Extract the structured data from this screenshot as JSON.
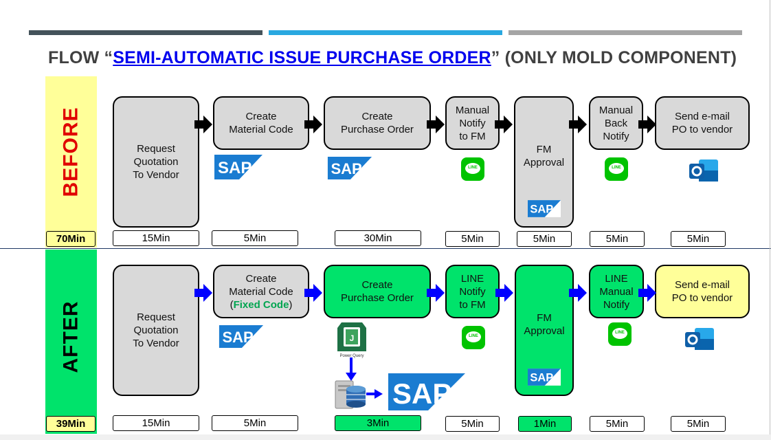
{
  "title": {
    "prefix": "FLOW “",
    "link": "SEMI-AUTOMATIC ISSUE PURCHASE ORDER",
    "suffix": "” (ONLY MOLD COMPONENT)"
  },
  "colors": {
    "bar1": "#44525a",
    "bar2": "#29a8e0",
    "bar3": "#a5a5a5",
    "before_band": "#ffff99",
    "after_band": "#00e36b",
    "before_arrow": "#000000",
    "after_arrow": "#0000ff",
    "highlight_green": "#00e36b",
    "highlight_yellow": "#ffff99"
  },
  "before": {
    "label": "BEFORE",
    "total": "70Min",
    "steps": {
      "request": "Request\nQuotation\nTo Vendor",
      "material": "Create\nMaterial Code",
      "po": "Create\nPurchase Order",
      "notify": "Manual\nNotify\nto FM",
      "approval": "FM\nApproval",
      "back": "Manual\nBack\nNotify",
      "email": "Send e-mail\nPO to vendor"
    },
    "times": [
      "15Min",
      "5Min",
      "30Min",
      "5Min",
      "5Min",
      "5Min",
      "5Min"
    ]
  },
  "after": {
    "label": "AFTER",
    "total": "39Min",
    "steps": {
      "request": "Request\nQuotation\nTo Vendor",
      "material_1": "Create",
      "material_2": "Material Code",
      "material_3": "Fixed Code",
      "po": "Create\nPurchase Order",
      "notify": "LINE\nNotify\nto FM",
      "approval": "FM\nApproval",
      "back": "LINE\nManual\nNotify",
      "email": "Send e-mail\nPO to vendor"
    },
    "times": [
      "15Min",
      "5Min",
      "3Min",
      "5Min",
      "1Min",
      "5Min",
      "5Min"
    ]
  },
  "icons": {
    "sap": "SAP",
    "line": "LINE",
    "outlook": "outlook-icon",
    "power_query": "Power Query",
    "database": "database-server-icon"
  }
}
